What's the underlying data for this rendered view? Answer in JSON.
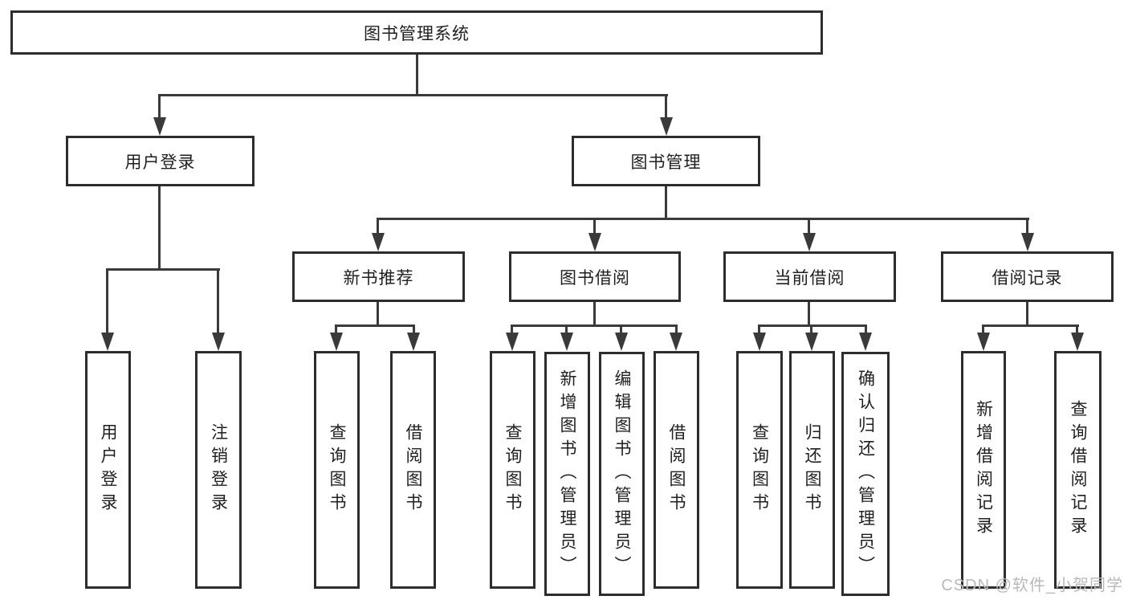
{
  "tree": {
    "label": "图书管理系统",
    "children": [
      {
        "label": "用户登录",
        "children": [
          {
            "label": "用户登录"
          },
          {
            "label": "注销登录"
          }
        ]
      },
      {
        "label": "图书管理",
        "children": [
          {
            "label": "新书推荐",
            "children": [
              {
                "label": "查询图书"
              },
              {
                "label": "借阅图书"
              }
            ]
          },
          {
            "label": "图书借阅",
            "children": [
              {
                "label": "查询图书"
              },
              {
                "label": "新增图书（管理员）"
              },
              {
                "label": "编辑图书（管理员）"
              },
              {
                "label": "借阅图书"
              }
            ]
          },
          {
            "label": "当前借阅",
            "children": [
              {
                "label": "查询图书"
              },
              {
                "label": "归还图书"
              },
              {
                "label": "确认归还（管理员）"
              }
            ]
          },
          {
            "label": "借阅记录",
            "children": [
              {
                "label": "新增借阅记录"
              },
              {
                "label": "查询借阅记录"
              }
            ]
          }
        ]
      }
    ]
  },
  "watermark": {
    "text": "CSDN @软件_小贺同学"
  },
  "colors": {
    "line": "#3a3a3a",
    "box_border": "#2d2d2d",
    "text": "#1f1f1f",
    "watermark": "#b9b9b9",
    "background": "#ffffff"
  }
}
